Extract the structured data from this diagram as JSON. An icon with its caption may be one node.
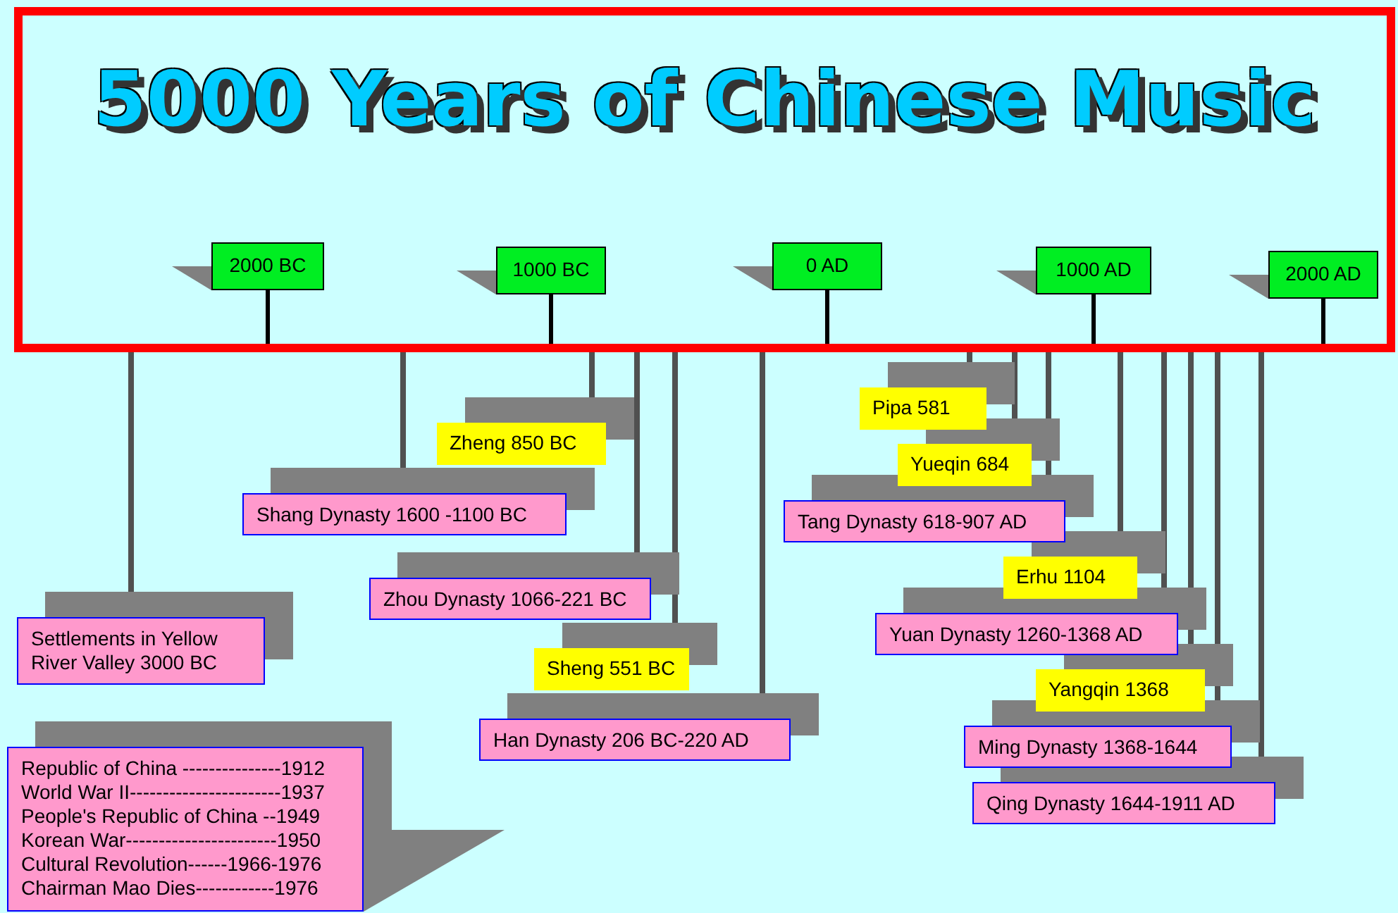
{
  "diagram": {
    "nodes": [
      {
        "text": [
          "5000 Years of Chinese Music"
        ]
      },
      {
        "text": [
          "2000 BC"
        ],
        "in": 0
      },
      {
        "text": [
          "1000 BC"
        ],
        "in": 0
      },
      {
        "text": [
          "0 AD"
        ],
        "in": 0
      },
      {
        "text": [
          "1000 AD"
        ],
        "in": 0
      },
      {
        "text": [
          "2000 AD"
        ],
        "in": 0
      },
      {
        "text": [
          "Settlements in Yellow River Valley 3000 BC"
        ]
      },
      {
        "text": [
          "Shang Dynasty 1600 -1100 BC"
        ]
      },
      {
        "text": [
          "Sheng 551 BC"
        ]
      },
      {
        "text": [
          "Zheng 850 BC"
        ]
      },
      {
        "text": [
          "Zhou Dynasty 1066-221 BC"
        ]
      },
      {
        "text": [
          "Han Dynasty 206 BC-220 AD"
        ]
      },
      {
        "text": [
          "Pipa 581"
        ]
      },
      {
        "text": [
          "Yueqin 684"
        ]
      },
      {
        "text": [
          "Tang Dynasty 618-907 AD"
        ]
      },
      {
        "text": [
          "Erhu 1104"
        ]
      },
      {
        "text": [
          "Yangqin 1368"
        ]
      },
      {
        "text": [
          "Yuan Dynasty 1260-1368 AD"
        ]
      },
      {
        "text": [
          "Ming Dynasty 1368-1644"
        ]
      },
      {
        "text": [
          "Qing Dynasty 1644-1911 AD"
        ]
      },
      {
        "text": [
          "Republic of China ---------------1912",
          "World War II-----------------------1937",
          "People's Republic of China --1949",
          "Korean War-----------------------1950",
          "Cultural Revolution------1966-1976",
          "Chairman Mao Dies------------1976"
        ]
      }
    ],
    "edges": [
      {
        "from": 1,
        "to": 0,
        "arrow": "none",
        "color": "#000000"
      },
      {
        "from": 2,
        "to": 0,
        "arrow": "none",
        "color": "#000000"
      },
      {
        "from": 3,
        "to": 0,
        "arrow": "none",
        "color": "#000000"
      },
      {
        "from": 4,
        "to": 0,
        "arrow": "none",
        "color": "#000000"
      },
      {
        "from": 5,
        "to": 0,
        "arrow": "none",
        "color": "#000000"
      },
      {
        "from": 0,
        "to": 6,
        "arrow": "none"
      },
      {
        "from": 0,
        "to": 7,
        "arrow": "none"
      },
      {
        "from": 0,
        "to": 8,
        "arrow": "none"
      },
      {
        "from": 0,
        "to": 9,
        "arrow": "none"
      },
      {
        "from": 0,
        "to": 10,
        "arrow": "none"
      },
      {
        "from": 0,
        "to": 11,
        "arrow": "none"
      },
      {
        "from": 0,
        "to": 12,
        "arrow": "none"
      },
      {
        "from": 0,
        "to": 13,
        "arrow": "none"
      },
      {
        "from": 0,
        "to": 14,
        "arrow": "none"
      },
      {
        "from": 0,
        "to": 15,
        "arrow": "none"
      },
      {
        "from": 0,
        "to": 16,
        "arrow": "none"
      },
      {
        "from": 0,
        "to": 17,
        "arrow": "none"
      },
      {
        "from": 0,
        "to": 18,
        "arrow": "none"
      },
      {
        "from": 0,
        "to": 19,
        "arrow": "none"
      }
    ]
  }
}
